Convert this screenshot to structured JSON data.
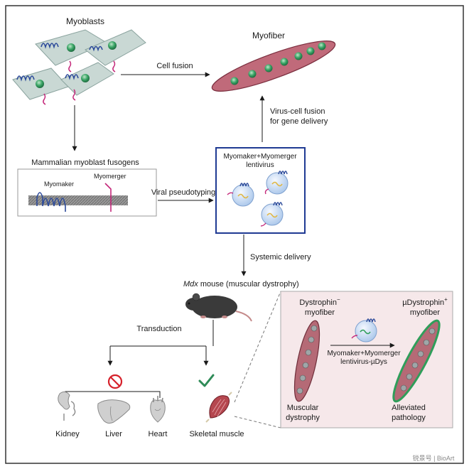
{
  "labels": {
    "myoblasts": "Myoblasts",
    "cell_fusion": "Cell fusion",
    "myofiber": "Myofiber",
    "virus_cell_fusion_1": "Virus-cell fusion",
    "virus_cell_fusion_2": "for gene delivery",
    "fusogens_title": "Mammalian myoblast fusogens",
    "myomaker": "Myomaker",
    "myomerger": "Myomerger",
    "viral_pseudotyping": "Viral pseudotyping",
    "lentivirus_1": "Myomaker+Myomerger",
    "lentivirus_2": "lentivirus",
    "systemic_delivery": "Systemic delivery",
    "mdx_italic": "Mdx",
    "mdx_rest": " mouse (muscular dystrophy)",
    "transduction": "Transduction",
    "kidney": "Kidney",
    "liver": "Liver",
    "heart": "Heart",
    "skeletal_muscle": "Skeletal muscle",
    "dystrophin_neg_1": "Dystrophin",
    "dystrophin_neg_sup": "−",
    "dystrophin_neg_2": "myofiber",
    "udys_pos_1": "µDystrophin",
    "udys_pos_sup": "+",
    "udys_pos_2": "myofiber",
    "treatment_1": "Myomaker+Myomerger",
    "treatment_2": "lentivirus-µDys",
    "muscular_dystrophy_1": "Muscular",
    "muscular_dystrophy_2": "dystrophy",
    "alleviated_1": "Alleviated",
    "alleviated_2": "pathology",
    "watermark": "锐景号 | BioArt"
  },
  "colors": {
    "cell_fill": "#c9d8d4",
    "nucleus": "#2e8b57",
    "myomaker": "#2c4a9a",
    "myomerger": "#c4287a",
    "fiber_fill": "#c06a7a",
    "fiber_stroke": "#7a2e3e",
    "virus_fill": "#cfe0f4",
    "box_border": "#1f3a93",
    "inset_bg": "#f6e8ea",
    "healthy_outline": "#2f9e5a",
    "block_red": "#d6202a",
    "check_green": "#2e8b57"
  }
}
